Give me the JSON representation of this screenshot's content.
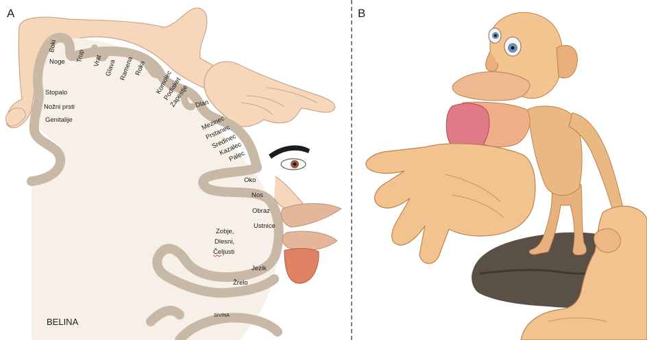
{
  "panel_a": {
    "letter": "A",
    "labels": {
      "boki": "Boki",
      "noge": "Noge",
      "trup": "Trup",
      "vrat": "Vrat",
      "glava": "Glava",
      "ramena": "Ramena",
      "roka": "Roka",
      "komolec": "Komolec",
      "podlaket": "Podlaket",
      "zapestje": "Zapestje",
      "dlan": "Dlan",
      "stopalo": "Stopalo",
      "nozni_prsti": "Nožni prsti",
      "genitalije": "Genitalije",
      "mezinec": "Mezinec",
      "prstanec": "Prstanec",
      "sredinec": "Sredinec",
      "kazalec": "Kazalec",
      "palec": "Palec",
      "oko": "Oko",
      "nos": "Nos",
      "obraz": "Obraz",
      "ustnice": "Ustnice",
      "zobje_1": "Zobje,",
      "zobje_2": "Dlesni,",
      "zobje_3": "Čeljusti",
      "jezik": "Jezik",
      "zrelo": "Žrelo",
      "belina": "BELINA",
      "sivina": "SIVINA"
    }
  },
  "panel_b": {
    "letter": "B"
  },
  "colors": {
    "skin": "#f7d7bb",
    "skin_outline": "#c9a487",
    "cortex": "#c8b9a6",
    "cortex_bg": "#f7f0e8",
    "tongue": "#e08364",
    "statue_skin": "#f0c08a",
    "statue_shadow": "#b9824e",
    "rock": "#5b5046"
  }
}
